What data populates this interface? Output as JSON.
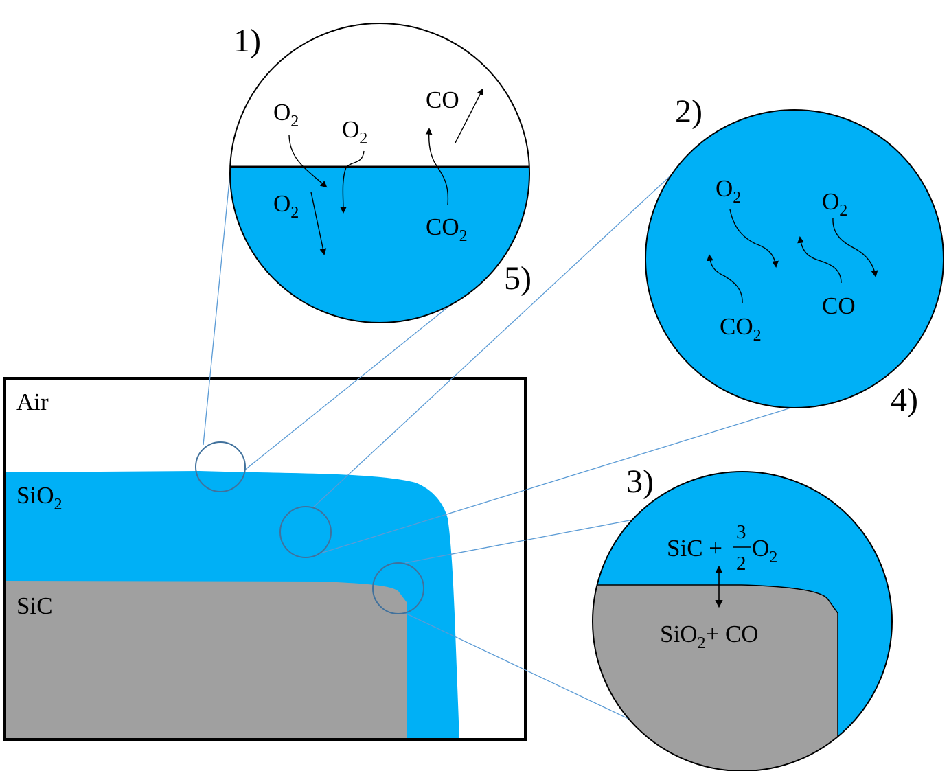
{
  "colors": {
    "oxide": "#00b0f6",
    "substrate": "#a0a0a0",
    "outline": "#000000",
    "leader_line": "#5b9bd5",
    "zoom_circle": "#41719c"
  },
  "regions": {
    "air": "Air",
    "oxide": {
      "main": "SiO",
      "sub": "2"
    },
    "substrate": "SiC"
  },
  "callouts": {
    "c1": "1)",
    "c2": "2)",
    "c3": "3)",
    "c4": "4)",
    "c5": "5)"
  },
  "zoom1": {
    "o2_air_left": {
      "main": "O",
      "sub": "2"
    },
    "o2_air_right": {
      "main": "O",
      "sub": "2"
    },
    "o2_oxide": {
      "main": "O",
      "sub": "2"
    },
    "co_air": "CO",
    "co2_oxide": {
      "main": "CO",
      "sub": "2"
    }
  },
  "zoom2": {
    "o2_left": {
      "main": "O",
      "sub": "2"
    },
    "o2_right": {
      "main": "O",
      "sub": "2"
    },
    "co2": {
      "main": "CO",
      "sub": "2"
    },
    "co": "CO"
  },
  "zoom3": {
    "reactant_sic": "SiC +",
    "frac_num": "3",
    "frac_den": "2",
    "reactant_o2": {
      "main": "O",
      "sub": "2"
    },
    "product_sio2": {
      "main": "SiO",
      "sub": "2"
    },
    "product_co": "+ CO"
  }
}
